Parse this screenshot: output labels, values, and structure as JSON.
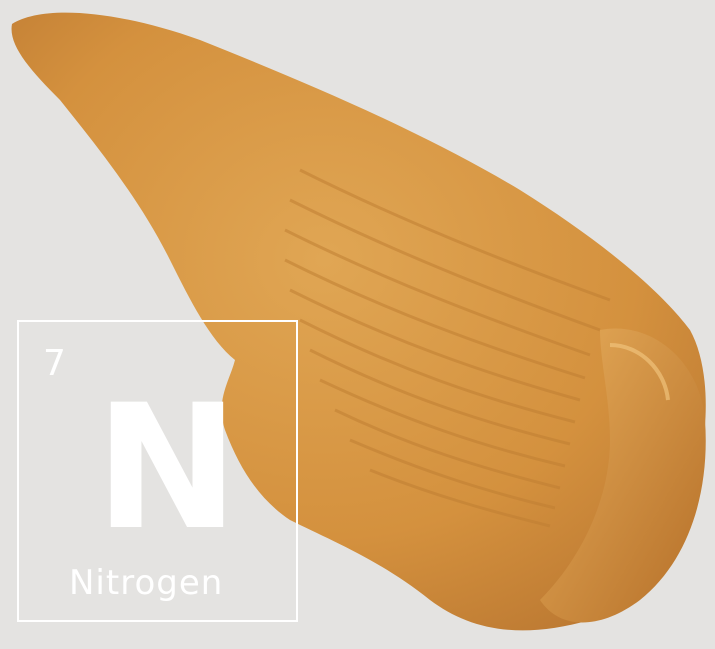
{
  "element": {
    "number": "7",
    "symbol": "N",
    "name": "Nitrogen"
  },
  "colors": {
    "background": "#e4e3e1",
    "spread": "#d89a48",
    "spread_shadow": "#b8752c",
    "tile_text": "#ffffff"
  }
}
